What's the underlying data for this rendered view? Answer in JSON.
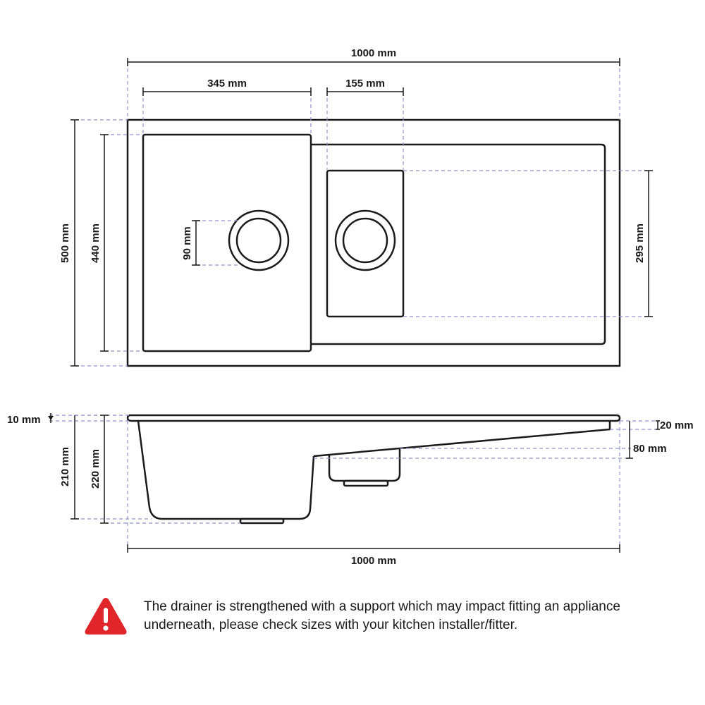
{
  "top_view": {
    "overall_width": "1000 mm",
    "bowl_width": "345 mm",
    "half_bowl_width": "155 mm",
    "overall_depth": "500 mm",
    "bowl_depth": "440 mm",
    "waste_diameter": "90 mm",
    "half_bowl_depth": "295 mm"
  },
  "side_view": {
    "rim_thickness": "10 mm",
    "bowl_depth_inner": "210 mm",
    "bowl_depth_overall": "220 mm",
    "drainer_edge": "20 mm",
    "half_bowl_depth": "80 mm",
    "overall_width": "1000 mm"
  },
  "notice": {
    "icon": "warning-triangle-icon",
    "icon_color": "#e0262b",
    "text": "The drainer is strengthened with a support which may impact fitting an appliance underneath, please check sizes with your kitchen installer/fitter."
  }
}
